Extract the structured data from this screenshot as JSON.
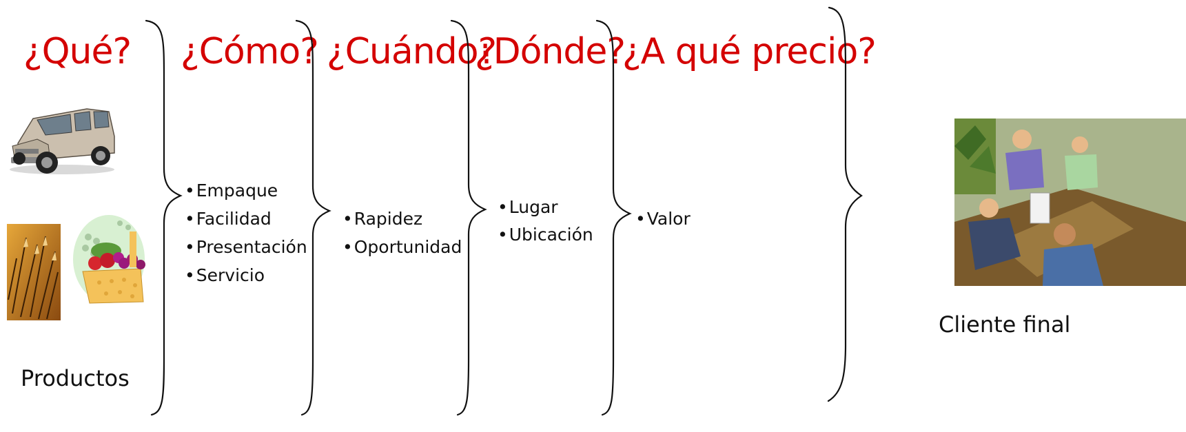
{
  "columns": [
    {
      "heading": "¿Qué?"
    },
    {
      "heading": "¿Cómo?",
      "items": [
        "Empaque",
        "Facilidad",
        "Presentación",
        "Servicio"
      ]
    },
    {
      "heading": "¿Cuándo?",
      "items": [
        "Rapidez",
        "Oportunidad"
      ]
    },
    {
      "heading": "¿Dónde?",
      "items": [
        "Lugar",
        "Ubicación"
      ]
    },
    {
      "heading": "¿A qué precio?",
      "items": [
        "Valor"
      ]
    }
  ],
  "products_caption": "Productos",
  "client_caption": "Cliente final",
  "colors": {
    "heading": "#d40000",
    "text": "#111111"
  },
  "icons": [
    "suv-car-image",
    "pencils-image",
    "fruit-basket-image",
    "business-meeting-image"
  ]
}
